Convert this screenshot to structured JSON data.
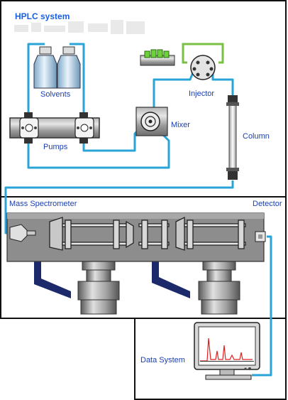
{
  "title": "HPLC system",
  "labels": {
    "solvents": "Solvents",
    "pumps": "Pumps",
    "mixer": "Mixer",
    "injector": "Injector",
    "column": "Column",
    "mass_spectrometer": "Mass Spectrometer",
    "detector": "Detector",
    "data_system": "Data System"
  },
  "colors": {
    "tubing": "#2aa3d6",
    "frame": "#111111",
    "label_text": "#1a3fb0",
    "title_text": "#1a5fe0",
    "injector_loop": "#7ac143",
    "vial_caps": "#6dd13a",
    "spectrum_peaks": "#e02020",
    "ms_body": "#8d8d8d",
    "ms_supports": "#1c2a6b"
  }
}
